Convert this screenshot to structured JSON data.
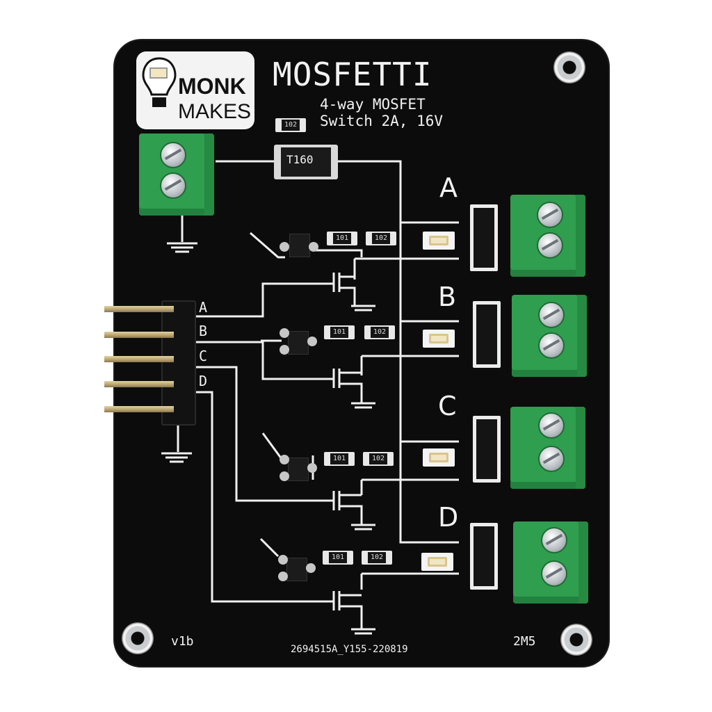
{
  "board": {
    "title": "MOSFETTI",
    "subtitle_line1": "4-way MOSFET",
    "subtitle_line2": "Switch 2A, 16V",
    "version": "v1b",
    "serial": "2694515A_Y155-220819",
    "code": "2M5",
    "fuse_label": "T160",
    "channels": [
      "A",
      "B",
      "C",
      "D"
    ],
    "header_labels": [
      "A",
      "B",
      "C",
      "D"
    ],
    "resistor_labels": [
      "101",
      "102"
    ]
  },
  "logo": {
    "line1": "MONK",
    "line2": "MAKES"
  },
  "colors": {
    "board": "#0c0c0c",
    "silkscreen": "#f2f2f2",
    "terminal": "#2f9e4f",
    "pin": "#c9b47d"
  },
  "icons": {
    "logo_bulb": "lightbulb-icon",
    "ground": "ground-symbol-icon",
    "mosfet": "mosfet-symbol-icon",
    "screw": "screw-icon"
  }
}
